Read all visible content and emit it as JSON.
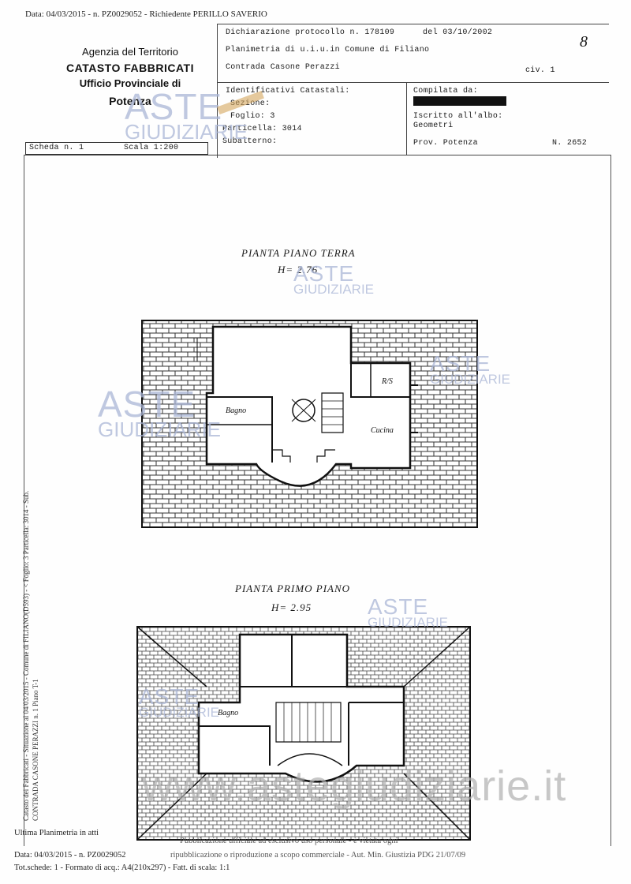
{
  "header": {
    "top_line": "Data: 04/03/2015 - n. PZ0029052 - Richiedente PERILLO SAVERIO",
    "agency_line1": "Agenzia del Territorio",
    "agency_line2": "CATASTO FABBRICATI",
    "agency_line3": "Ufficio Provinciale di",
    "agency_line4": "Potenza",
    "dichiarazione": "Dichiarazione protocollo n. 178109",
    "del_date": "del 03/10/2002",
    "planimetria": "Planimetria di u.i.u.in Comune di Filiano",
    "contrada": "Contrada Casone Perazzi",
    "civ": "civ. 1",
    "mark": "8",
    "identificativi": "Identificativi Catastali:",
    "sezione": "Sezione:",
    "foglio": "Foglio: 3",
    "particella": "Particella: 3014",
    "subalterno": "Subalterno:",
    "compilata": "Compilata da:",
    "iscritto": "Iscritto all'albo:",
    "geometri": "Geometri",
    "prov": "Prov. Potenza",
    "numero": "N. 2652",
    "scheda": "Scheda n. 1",
    "scala": "Scala 1:200"
  },
  "watermark": {
    "line1": "ASTE",
    "line2": "GIUDIZIARIE",
    "site": "www.astegiudiziarie.it"
  },
  "plan_ground": {
    "title": "PIANTA PIANO TERRA",
    "height": "H= 2.76",
    "rooms": [
      "R/S",
      "Bagno",
      "Cucina"
    ]
  },
  "plan_first": {
    "title": "PIANTA PRIMO PIANO",
    "height": "H= 2.95",
    "rooms": [
      "Bagno"
    ]
  },
  "side_text": {
    "line1": "Catasto dei Fabbricati - Situazione al 04/03/2015 - Comune di FILIANO(D593) - < Foglio: 3 Particella: 3014 - Sub.",
    "line2": "CONTRADA CASONE PERAZZI n. 1 Piano T-1"
  },
  "footer": {
    "ultima": "Ultima Planimetria in atti",
    "pubblicazione": "Pubblicazione ufficiale ad esclusivo uso personale - è vietata ogni",
    "data_line": "Data: 04/03/2015 - n. PZ0029052",
    "ripubblicazione": "ripubblicazione o riproduzione a scopo commerciale - Aut. Min. Giustizia PDG 21/07/09",
    "tot_schede": "Tot.schede: 1 - Formato di acq.: A4(210x297) - Fatt. di scala: 1:1"
  },
  "colors": {
    "ink": "#1a1a1a",
    "watermark": "#aab6d6",
    "gavel": "#d4a55c"
  }
}
